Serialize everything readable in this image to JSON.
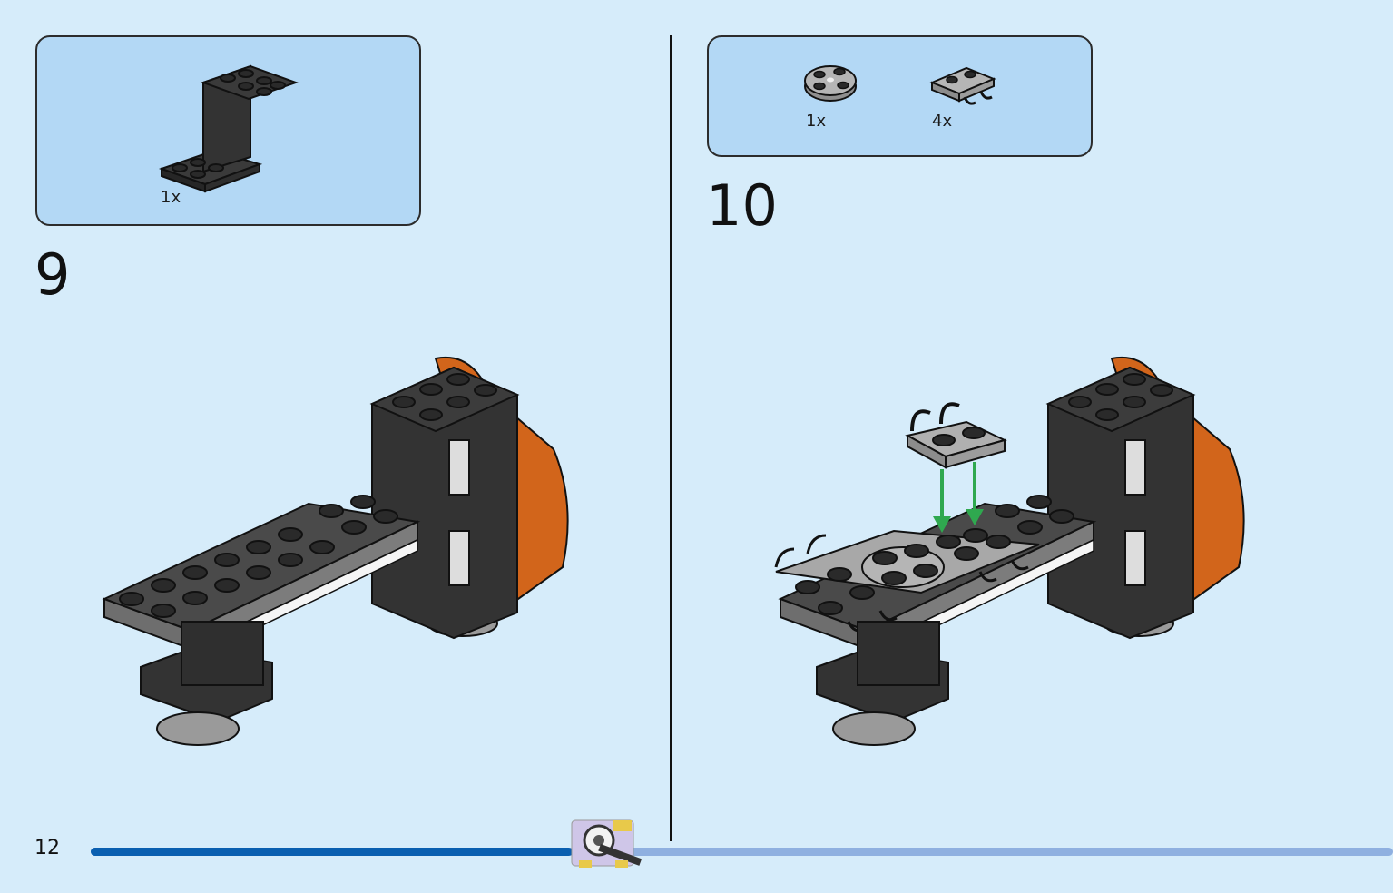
{
  "page": {
    "number": "12",
    "progress_fraction": 0.37
  },
  "steps": [
    {
      "number": "9",
      "parts": [
        {
          "qty": "1x",
          "icon": "dark-bracket-icon"
        }
      ]
    },
    {
      "number": "10",
      "parts": [
        {
          "qty": "1x",
          "icon": "round-plate-icon"
        },
        {
          "qty": "4x",
          "icon": "clip-plate-icon"
        }
      ]
    }
  ],
  "colors": {
    "background": "#d6ecfa",
    "parts_box": "#b3d8f5",
    "dark_gray": "#3a3a3a",
    "light_gray": "#9a9a9a",
    "orange": "#d2651b",
    "arrow_green": "#2fa84f",
    "progress_done": "#0a5fb0",
    "progress_rest": "#8fb0e0"
  }
}
